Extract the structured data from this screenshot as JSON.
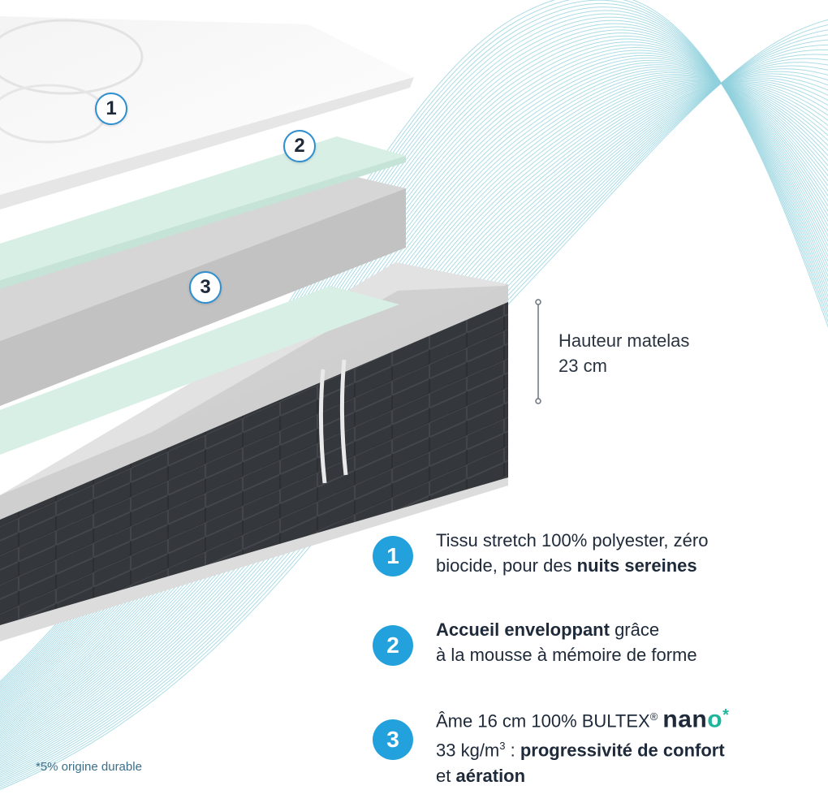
{
  "layer_markers": [
    "1",
    "2",
    "3"
  ],
  "height_label": {
    "line1": "Hauteur matelas",
    "line2": "23 cm"
  },
  "features": [
    {
      "badge": "1",
      "text1": "Tissu stretch 100% polyester, zéro",
      "text2": "biocide, pour des ",
      "bold2": "nuits sereines"
    },
    {
      "badge": "2",
      "bold1": "Accueil enveloppant",
      "text1": " grâce",
      "text2": "à la mousse à mémoire de forme"
    },
    {
      "badge": "3",
      "text1": "Âme 16 cm 100% BULTEX",
      "reg": "®",
      "brand_a": "nan",
      "brand_b": "o",
      "star": "*",
      "text2a": "33 kg/m",
      "text2sup": "3",
      "text2b": " : ",
      "bold2": "progressivité de confort",
      "text3": "et ",
      "bold3": "aération"
    }
  ],
  "footnote": "*5% origine durable",
  "colors": {
    "accent_blue": "#23a1dd",
    "wave_lines": "#8fd0dc",
    "memory_foam": "#d8efe6",
    "mattress_fabric": "#2f3236",
    "nano_green": "#1fb59b"
  }
}
